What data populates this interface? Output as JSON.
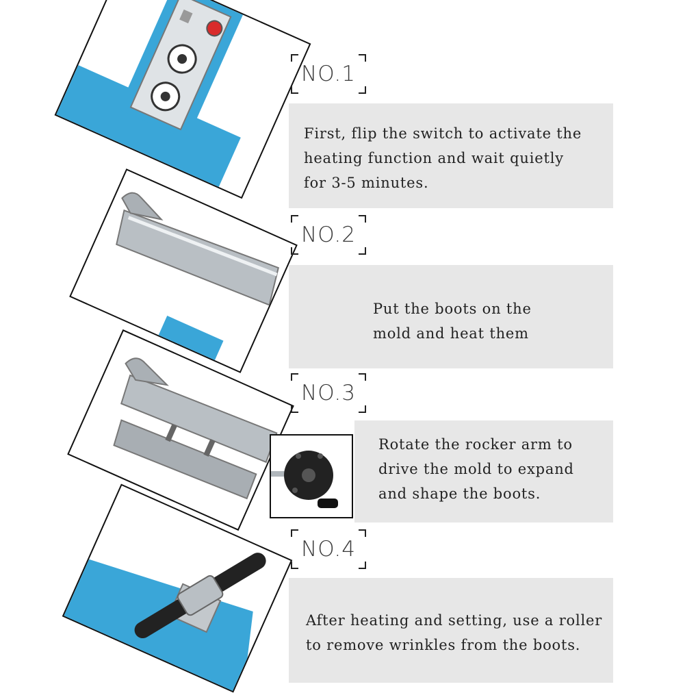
{
  "colors": {
    "machine_blue": "#3aa6d8",
    "panel_grey": "#e7e7e7",
    "steel": "#b9bfc4",
    "frame": "#111111"
  },
  "steps": [
    {
      "label": "NO.1",
      "lines": [
        "First, flip the switch to activate the",
        "heating function and wait quietly",
        "for 3-5 minutes."
      ],
      "photo_icon": "control-panel-icon"
    },
    {
      "label": "NO.2",
      "lines": [
        "Put the boots on the",
        "mold and heat them"
      ],
      "photo_icon": "boot-mold-icon"
    },
    {
      "label": "NO.3",
      "lines": [
        "Rotate the rocker arm to",
        "drive the mold to expand",
        "and shape the boots."
      ],
      "photo_icon": "expanding-mold-icon",
      "inset_icon": "hand-wheel-icon"
    },
    {
      "label": "NO.4",
      "lines": [
        "After heating and setting, use a roller",
        "to remove wrinkles from the boots."
      ],
      "photo_icon": "roller-icon"
    }
  ]
}
